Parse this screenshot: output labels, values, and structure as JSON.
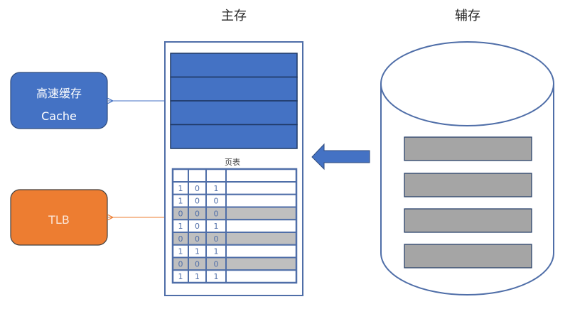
{
  "main_memory": {
    "title": "主存",
    "page_table": {
      "label": "页表",
      "columns": [
        "",
        "",
        "",
        ""
      ],
      "rows": [
        {
          "bits": [
            "1",
            "0",
            "1"
          ],
          "highlighted": false
        },
        {
          "bits": [
            "1",
            "0",
            "0"
          ],
          "highlighted": false
        },
        {
          "bits": [
            "0",
            "0",
            "0"
          ],
          "highlighted": true
        },
        {
          "bits": [
            "1",
            "0",
            "1"
          ],
          "highlighted": false
        },
        {
          "bits": [
            "0",
            "0",
            "0"
          ],
          "highlighted": true
        },
        {
          "bits": [
            "1",
            "1",
            "1"
          ],
          "highlighted": false
        },
        {
          "bits": [
            "0",
            "0",
            "0"
          ],
          "highlighted": true
        },
        {
          "bits": [
            "1",
            "1",
            "1"
          ],
          "highlighted": false
        }
      ]
    },
    "block_count": 4
  },
  "secondary_storage": {
    "title": "辅存",
    "block_count": 4
  },
  "cache": {
    "label_cn": "高速缓存",
    "label_en": "Cache"
  },
  "tlb": {
    "label": "TLB"
  },
  "colors": {
    "blue": "#4472C4",
    "orange": "#ED7D31",
    "gray_block": "#A5A5A5",
    "gray_row": "#BFBFBF",
    "outline": "#4F6EA8",
    "dark_border": "#1F3864"
  }
}
